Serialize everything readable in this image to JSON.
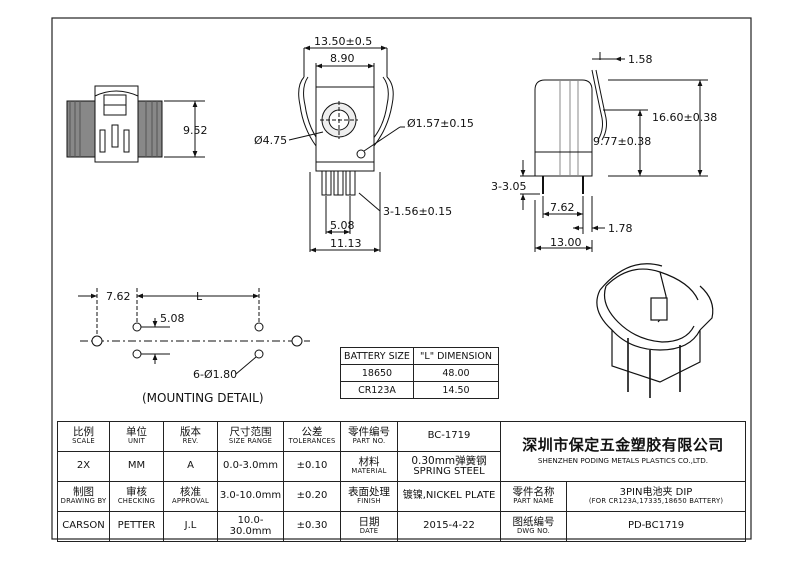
{
  "dims": {
    "top_overall_width": "13.50±0.5",
    "top_body_width": "8.90",
    "hole_dia": "Ø1.57±0.15",
    "contact_dia": "Ø4.75",
    "pin_spec": "3-1.56±0.15",
    "pin_pitch": "5.08",
    "base_width": "11.13",
    "left_height": "9.52",
    "right_top_offset": "1.58",
    "right_height": "16.60±0.38",
    "right_mid_height": "9.77±0.38",
    "right_pin_length": "3-3.05",
    "right_pin_pitch": "7.62",
    "right_pin_offset": "1.78",
    "right_base_width": "13.00",
    "mount_pitch_x": "7.62",
    "mount_length": "L",
    "mount_pitch_y": "5.08",
    "mount_hole": "6-Ø1.80",
    "mounting_caption": "(MOUNTING DETAIL)"
  },
  "battery_table": {
    "headers": [
      "BATTERY SIZE",
      "\"L\" DIMENSION"
    ],
    "rows": [
      [
        "18650",
        "48.00"
      ],
      [
        "CR123A",
        "14.50"
      ]
    ]
  },
  "title_block": {
    "row1": {
      "scale_zh": "比例",
      "scale_en": "SCALE",
      "unit_zh": "单位",
      "unit_en": "UNIT",
      "rev_zh": "版本",
      "rev_en": "REV.",
      "size_zh": "尺寸范围",
      "size_en": "SIZE RANGE",
      "tol_zh": "公差",
      "tol_en": "TOLERANCES",
      "part_zh": "零件编号",
      "part_en": "PART NO.",
      "part_no": "BC-1719"
    },
    "row2": {
      "scale": "2X",
      "unit": "MM",
      "rev": "A",
      "range1": "0.0-3.0mm",
      "tol1": "±0.10",
      "material_zh": "材料",
      "material_en": "MATERIAL",
      "material_val_zh": "0.30mm弹簧钢",
      "material_val_en": "SPRING STEEL"
    },
    "row3": {
      "drawn_zh": "制图",
      "drawn_en": "DRAWING BY",
      "check_zh": "审核",
      "check_en": "CHECKING",
      "approve_zh": "核准",
      "approve_en": "APPROVAL",
      "range2": "3.0-10.0mm",
      "tol2": "±0.20",
      "finish_zh": "表面处理",
      "finish_en": "FINISH",
      "finish_val": "镀镍,NICKEL PLATE",
      "partname_zh": "零件名称",
      "partname_en": "PART NAME",
      "partname_val": "3PIN电池夹 DIP",
      "partname_sub": "(FOR CR123A,17335,18650 BATTERY)"
    },
    "row4": {
      "drawn": "CARSON",
      "check": "PETTER",
      "approve": "J.L",
      "range3": "10.0-30.0mm",
      "tol3": "±0.30",
      "date_zh": "日期",
      "date_en": "DATE",
      "date_val": "2015-4-22",
      "dwg_zh": "图纸编号",
      "dwg_en": "DWG NO.",
      "dwg_val": "PD-BC1719"
    },
    "company_zh": "深圳市保定五金塑胶有限公司",
    "company_en": "SHENZHEN PODING METALS PLASTICS CO.,LTD."
  }
}
